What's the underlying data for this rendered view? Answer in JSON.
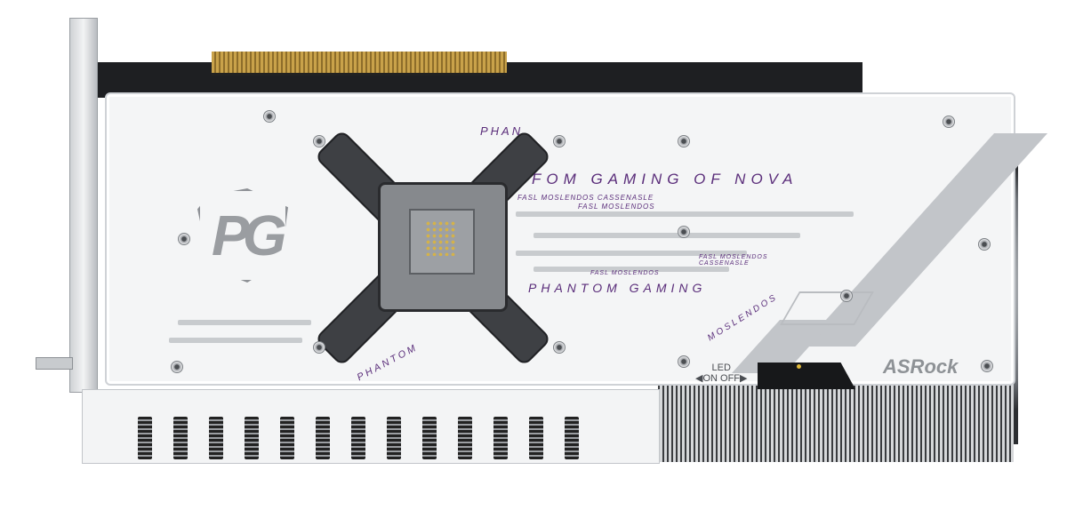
{
  "product": {
    "brand": "ASRock",
    "series_logo": "PG",
    "type": "graphics-card-backplate"
  },
  "backplate_text": {
    "top_banner": "FOM GAMING OF NOVA",
    "sub_line_1": "FASL MOSLENDOS CASSENASLE",
    "sub_line_2": "FASL MOSLENDOS",
    "middle_small_1": "FASL MOSLENDOS",
    "middle_small_2": "FASL MOSLENDOS CASSENASLE",
    "bottom_banner": "PHANTOM GAMING",
    "diagonal_left": "PHANTOM",
    "diagonal_right": "MOSLENDOS",
    "top_fragment": "PHAN"
  },
  "led_switch": {
    "title": "LED",
    "on_label": "◀ON",
    "off_label": "OFF▶"
  },
  "colors": {
    "plate": "#f4f5f6",
    "accent_text": "#5a2d7a",
    "trace": "#c8cbce",
    "bracket": "#3e4044",
    "gold_fingers": "#c9a24a"
  }
}
